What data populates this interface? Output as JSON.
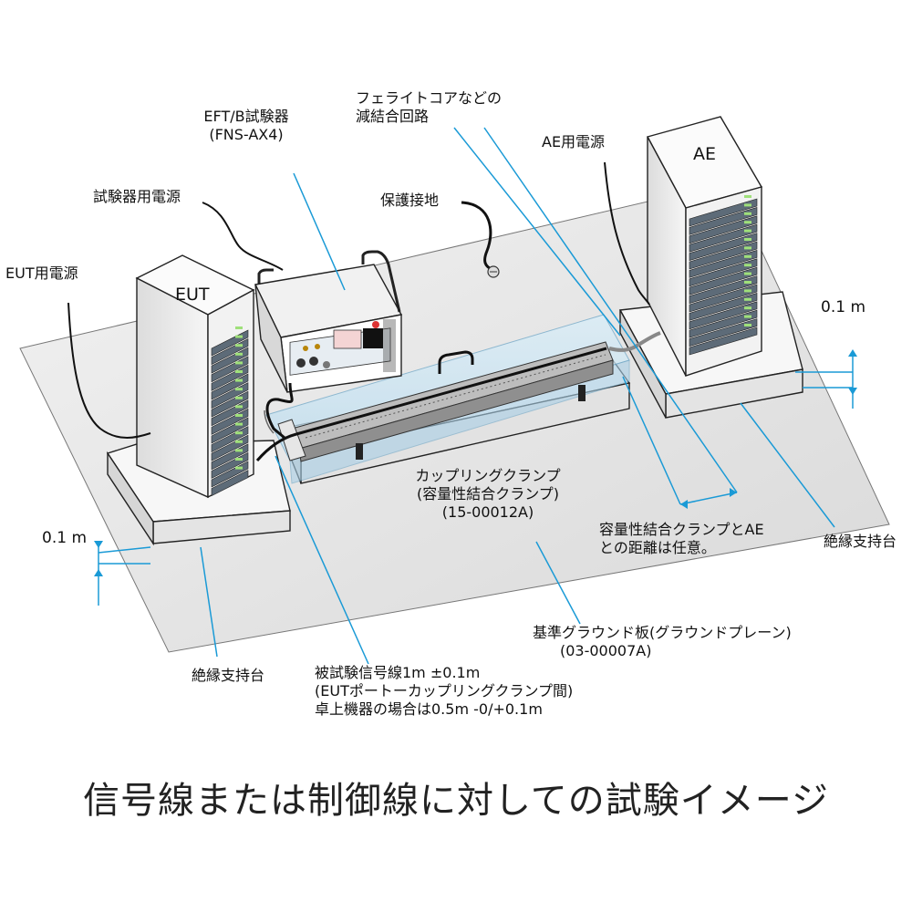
{
  "labels": {
    "eut_power": "EUT用電源",
    "tester_power": "試験器用電源",
    "eft_line1": "EFT/B試験器",
    "eft_line2": "(FNS-AX4)",
    "ferrite_line1": "フェライトコアなどの",
    "ferrite_line2": "減結合回路",
    "protective_ground": "保護接地",
    "ae_power": "AE用電源",
    "eut": "EUT",
    "ae": "AE",
    "dim_right": "0.1 m",
    "dim_left": "0.1 m",
    "clamp_line1": "カップリングクランプ",
    "clamp_line2": "(容量性結合クランプ)",
    "clamp_line3": "(15-00012A)",
    "distance_line1": "容量性結合クランプとAE",
    "distance_line2": "との距離は任意。",
    "insulation_right": "絶縁支持台",
    "insulation_left": "絶縁支持台",
    "plane_line1": "基準グラウンド板(グラウンドプレーン)",
    "plane_line2": "(03-00007A)",
    "cable_line1": "被試験信号線1m ±0.1m",
    "cable_line2": "(EUTポートーカップリングクランプ間)",
    "cable_line3": "卓上機器の場合は0.5m -0/+0.1m"
  },
  "caption": "信号線または制御線に対しての試験イメージ",
  "colors": {
    "leader": "#1a9ad6",
    "plane": "#e6e6e6",
    "outline": "#222222",
    "clamp_glass": "#cfe6f3",
    "rack_body": "#f4f4f4",
    "rack_unit": "#5d6b78"
  }
}
